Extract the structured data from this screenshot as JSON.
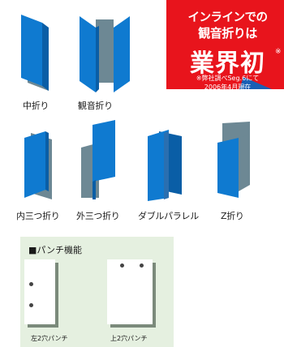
{
  "badge": {
    "line1": "インラインでの",
    "line2": "観音折りは",
    "headline": "業界初",
    "mark": "※",
    "note1": "※弊社調べSeg.6にて",
    "note2": "2006年4月現在",
    "colors": {
      "red": "#e8141c",
      "blue": "#1a5fb4"
    }
  },
  "folds": [
    {
      "label": "中折り"
    },
    {
      "label": "観音折り"
    },
    {
      "label": "内三つ折り"
    },
    {
      "label": "外三つ折り"
    },
    {
      "label": "ダブルパラレル"
    },
    {
      "label": "Z折り"
    }
  ],
  "punch": {
    "title": "■パンチ機能",
    "left_label": "左2穴パンチ",
    "top_label": "上2穴パンチ"
  },
  "colors": {
    "blue": "#0f7ad0",
    "blue_dark": "#0a5ea6",
    "grey": "#6d8894",
    "panel_bg": "#e5f0e0"
  }
}
